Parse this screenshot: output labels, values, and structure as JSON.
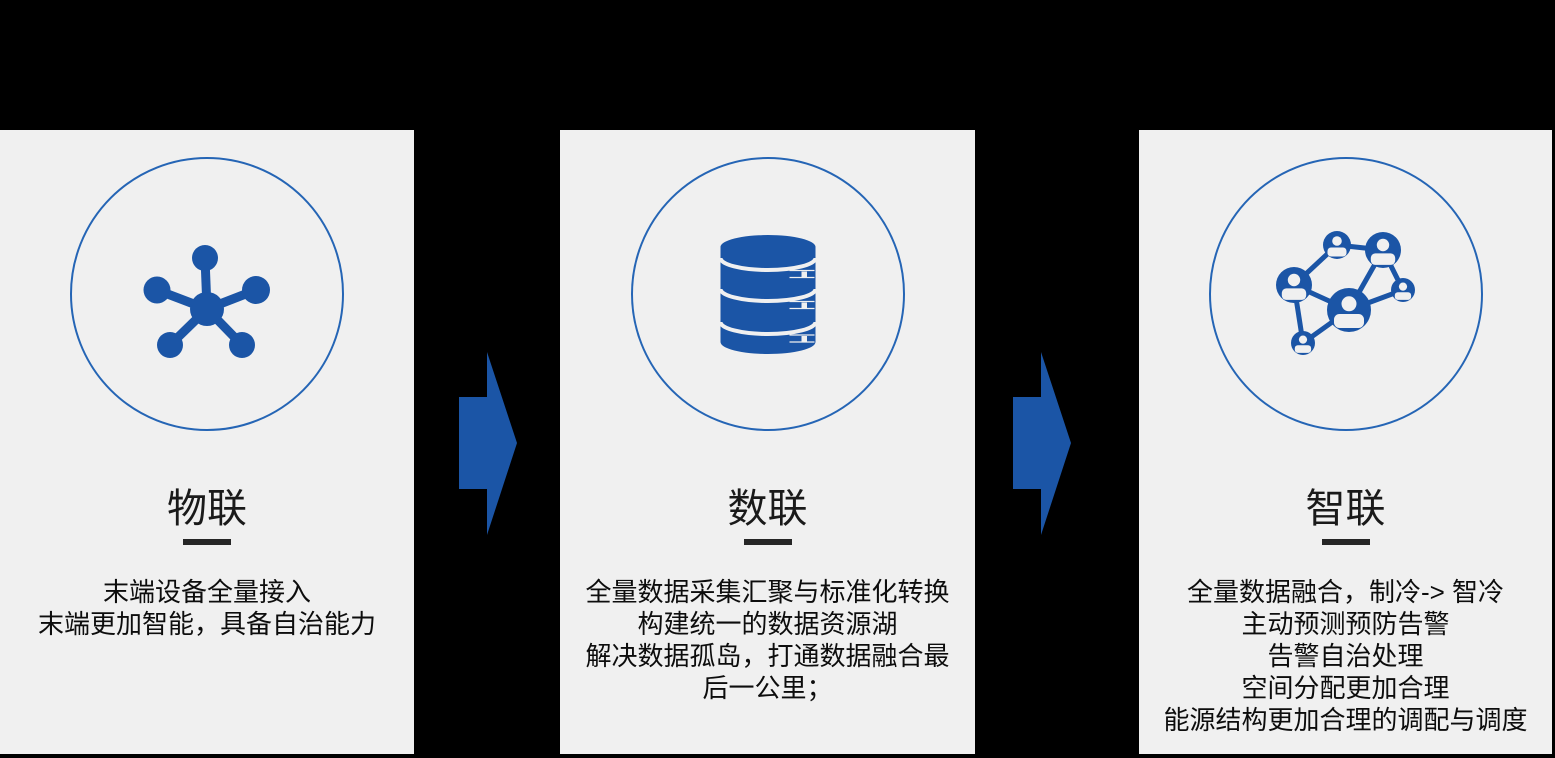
{
  "page": {
    "background_color": "#000000",
    "card_background_color": "#F0F0F0",
    "primary_blue": "#1B55A6",
    "circle_stroke_color": "#2565B5",
    "title_color": "#1A1A1A",
    "underline_color": "#262626",
    "body_text_color": "#0D0D0D"
  },
  "cards": [
    {
      "icon": "hub-network-icon",
      "title": "物联",
      "lines": [
        "末端设备全量接入",
        "末端更加智能，具备自治能力"
      ]
    },
    {
      "icon": "database-icon",
      "title": "数联",
      "lines": [
        "全量数据采集汇聚与标准化转换",
        "构建统一的数据资源湖",
        "解决数据孤岛，打通数据融合最后一公里；"
      ]
    },
    {
      "icon": "people-network-icon",
      "title": "智联",
      "lines": [
        "全量数据融合，制冷-> 智冷",
        "主动预测预防告警",
        "告警自治处理",
        "空间分配更加合理",
        "能源结构更加合理的调配与调度"
      ]
    }
  ],
  "arrows": [
    {
      "icon": "arrow-right-icon"
    },
    {
      "icon": "arrow-right-icon"
    }
  ]
}
